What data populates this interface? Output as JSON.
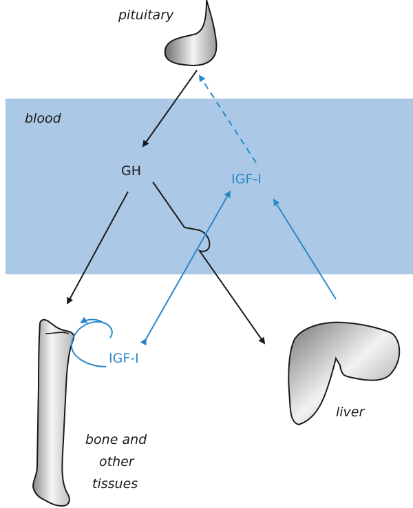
{
  "colors": {
    "blood_band": "#abc9e6",
    "arrow_black": "#1a1a1a",
    "arrow_blue": "#2a86c8"
  },
  "labels": {
    "pituitary": "pituitary",
    "blood": "blood",
    "gh": "GH",
    "igf_blood": "IGF-I",
    "igf_local": "IGF-I",
    "liver": "liver",
    "bone_line1": "bone and",
    "bone_line2": "other",
    "bone_line3": "tissues"
  }
}
